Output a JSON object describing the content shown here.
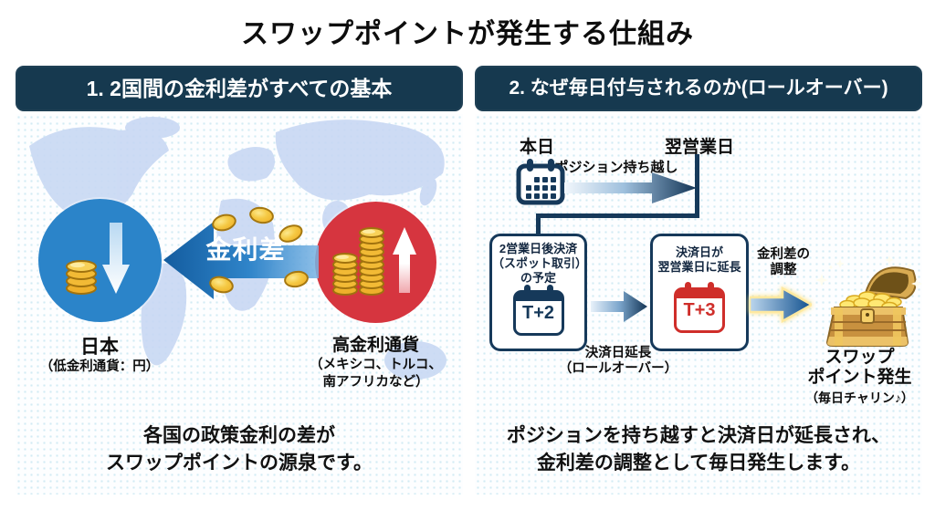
{
  "title": "スワップポイントが発生する仕組み",
  "colors": {
    "header_navy": "#16394f",
    "connector_navy": "#16395a",
    "panel_dot": "#d2ebf4",
    "map_land": "#c8d8f3",
    "blue_circle": "#2b84c9",
    "red_circle": "#d6353f",
    "arrow_blue": "#1a6ec0",
    "calendar_red": "#cf2e2a",
    "coin_gold": "#f2bc34",
    "glow_yellow": "#ffe27a"
  },
  "left_panel": {
    "header": "1. 2国間の金利差がすべての基本",
    "interest_arrow_label": "金利差",
    "japan": {
      "name": "日本",
      "sub": "（低金利通貨：円）"
    },
    "high_yield": {
      "name": "高金利通貨",
      "sub1": "（メキシコ、トルコ、",
      "sub2": "南アフリカなど）"
    },
    "caption_line1": "各国の政策金利の差が",
    "caption_line2": "スワップポイントの源泉です。"
  },
  "right_panel": {
    "header": "2. なぜ毎日付与されるのか(ロールオーバー)",
    "today_label": "本日",
    "carryover_label": "ポジション持ち越し",
    "next_bizday_label": "翌営業日",
    "spot_box": {
      "line1": "2営業日後決済",
      "line2": "（スポット取引）",
      "line3": "の予定",
      "calendar": "T+2"
    },
    "rollover_arrow": {
      "line1": "決済日延長",
      "line2": "（ロールオーバー）"
    },
    "extended_box": {
      "line1": "決済日が",
      "line2": "翌営業日に延長",
      "calendar": "T+3"
    },
    "adjustment_label": {
      "line1": "金利差の",
      "line2": "調整"
    },
    "swap_result": {
      "line1": "スワップ",
      "line2": "ポイント発生",
      "line3": "（毎日チャリン♪）"
    },
    "caption_line1": "ポジションを持ち越すと決済日が延長され、",
    "caption_line2": "金利差の調整として毎日発生します。"
  }
}
